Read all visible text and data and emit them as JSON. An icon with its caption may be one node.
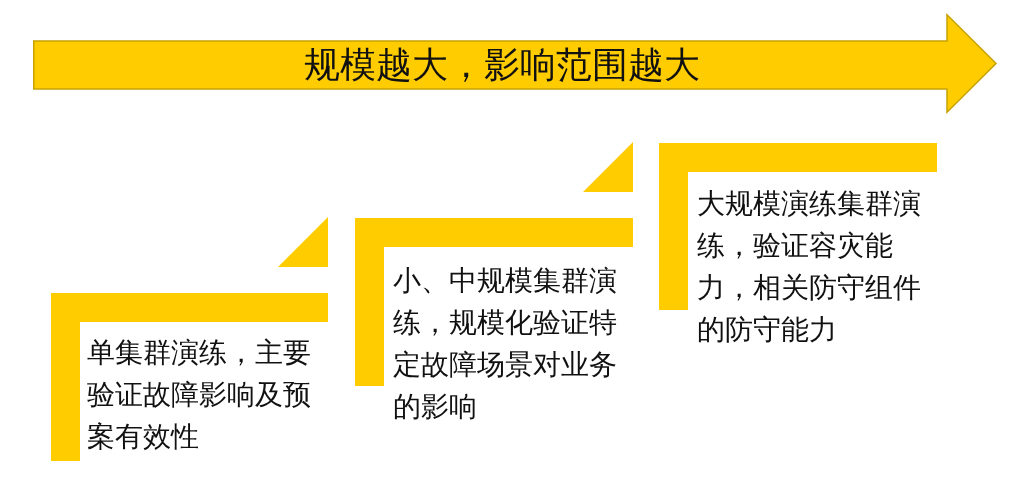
{
  "diagram": {
    "nodes": [
      {
        "text": [
          "规模越大，影响范围越大"
        ]
      },
      {
        "text": [
          "单集群演练，主要验证故障影响及预案有效性"
        ]
      },
      {
        "text": [
          "小、中规模集群演练，规模化验证特定故障场景对业务的影响"
        ]
      },
      {
        "text": [
          "大规模演练集群演练，验证容灾能力，相关防守组件的防守能力"
        ]
      }
    ]
  }
}
